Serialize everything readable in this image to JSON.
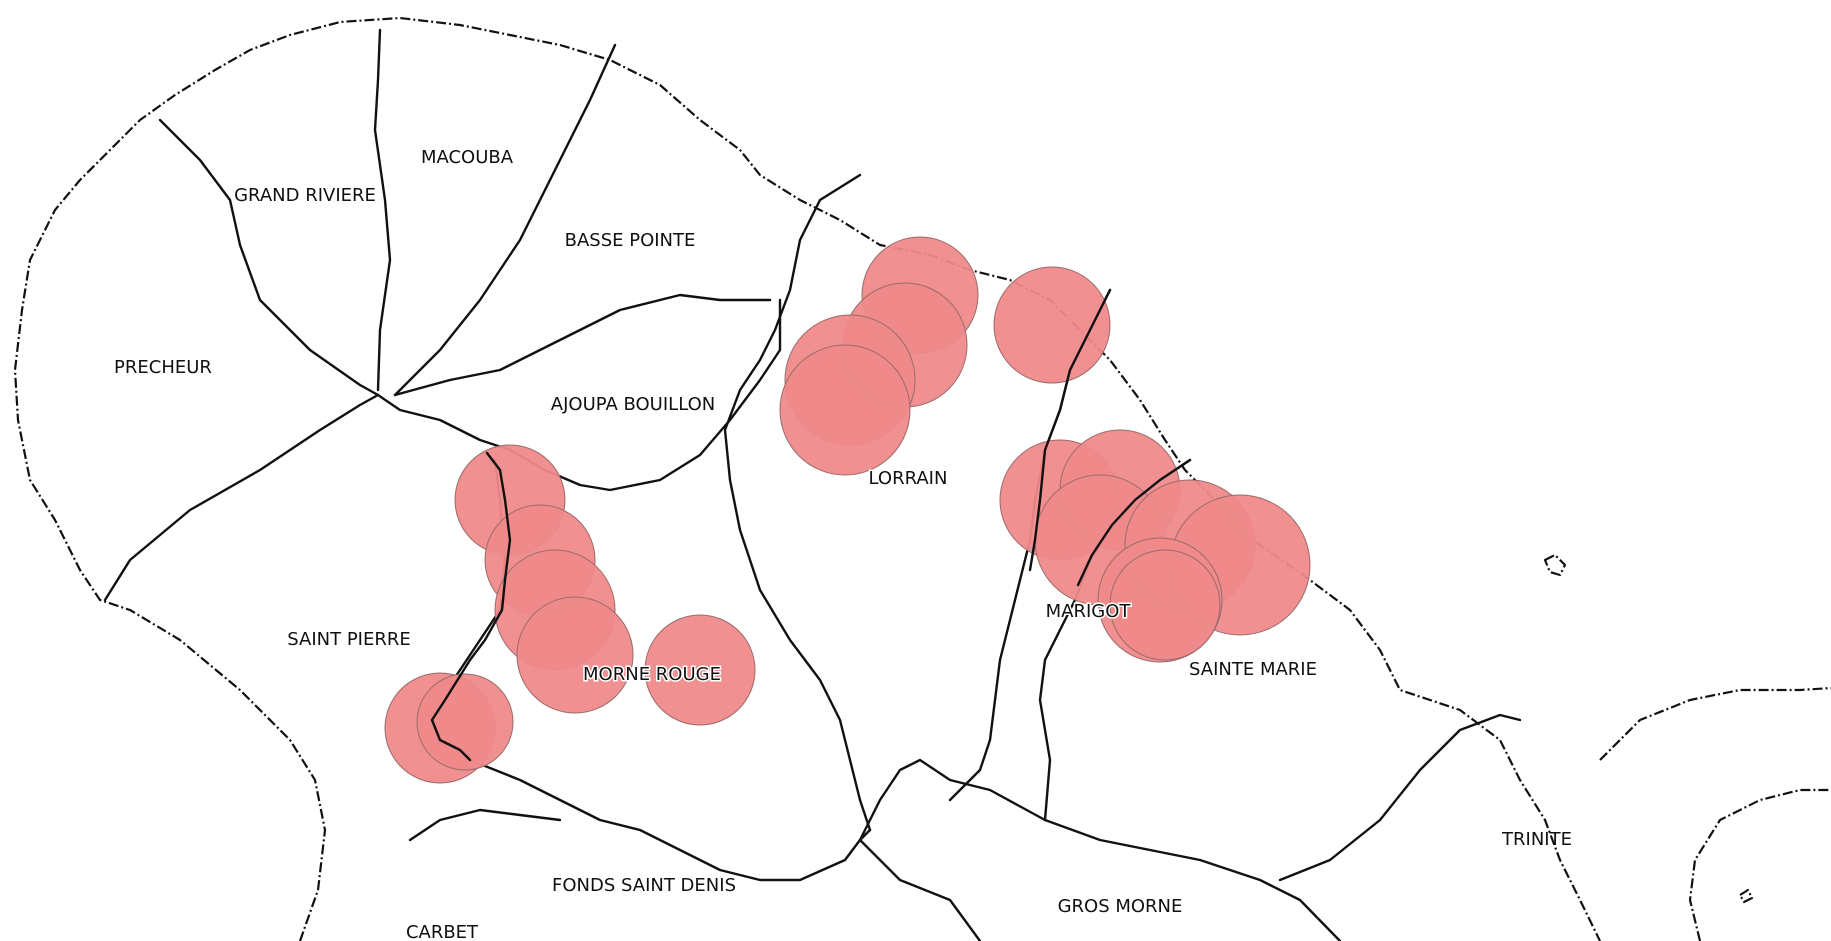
{
  "map": {
    "communes": [
      {
        "id": "macouba",
        "name": "MACOUBA"
      },
      {
        "id": "grand-riviere",
        "name": "GRAND RIVIERE"
      },
      {
        "id": "basse-pointe",
        "name": "BASSE POINTE"
      },
      {
        "id": "precheur",
        "name": "PRECHEUR"
      },
      {
        "id": "ajoupa-bouillon",
        "name": "AJOUPA BOUILLON"
      },
      {
        "id": "lorrain",
        "name": "LORRAIN"
      },
      {
        "id": "saint-pierre",
        "name": "SAINT PIERRE"
      },
      {
        "id": "morne-rouge",
        "name": "MORNE ROUGE"
      },
      {
        "id": "marigot",
        "name": "MARIGOT"
      },
      {
        "id": "sainte-marie",
        "name": "SAINTE MARIE"
      },
      {
        "id": "trinite",
        "name": "TRINITE"
      },
      {
        "id": "fonds-saint-denis",
        "name": "FONDS SAINT DENIS"
      },
      {
        "id": "gros-morne",
        "name": "GROS MORNE"
      },
      {
        "id": "carbet",
        "name": "CARBET"
      }
    ],
    "styles": {
      "buffer_fill": "#ef8a8a",
      "boundary_color": "#111111",
      "background": "#ffffff"
    }
  }
}
